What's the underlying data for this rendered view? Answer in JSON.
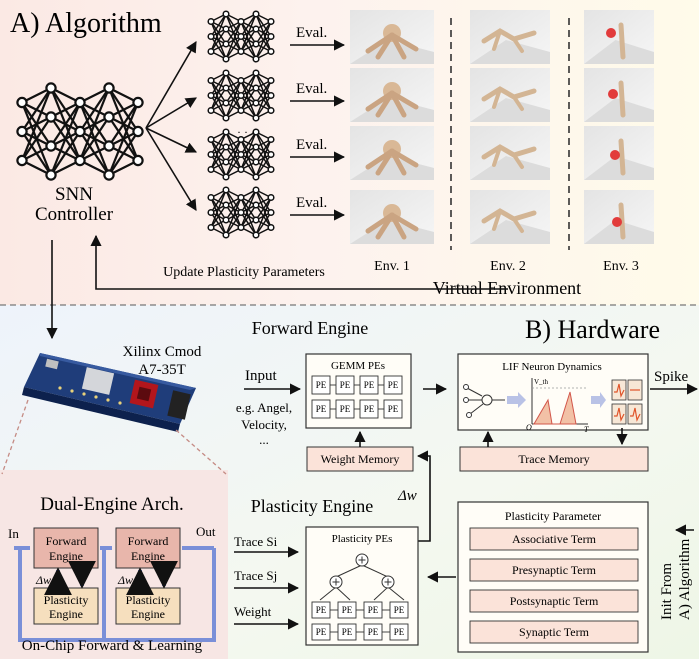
{
  "section_a": {
    "title": "A) Algorithm",
    "controller_label_line1": "SNN",
    "controller_label_line2": "Controller",
    "ellipsis": "· · ·",
    "eval_labels": [
      "Eval.",
      "Eval.",
      "Eval.",
      "Eval."
    ],
    "env_labels": [
      "Env. 1",
      "Env. 2",
      "Env. 3"
    ],
    "update_label": "Update Plasticity Parameters",
    "virtual_env_label": "Virtual Environment"
  },
  "board": {
    "name_line1": "Xilinx Cmod",
    "name_line2": "A7-35T"
  },
  "dual_engine": {
    "title": "Dual-Engine Arch.",
    "in_label": "In",
    "out_label": "Out",
    "forward_line1": "Forward",
    "forward_line2": "Engine",
    "plasticity_line1": "Plasticity",
    "plasticity_line2": "Engine",
    "dw_label": "Δw",
    "caption": "On-Chip Forward & Learning"
  },
  "section_b": {
    "title": "B) Hardware",
    "forward_engine_title": "Forward Engine",
    "input_label": "Input",
    "input_examples": [
      "e.g. Angel,",
      "Velocity,",
      "..."
    ],
    "gemm_title": "GEMM  PEs",
    "pe_label": "PE",
    "lif_title": "LIF Neuron Dynamics",
    "spike_label": "Spike",
    "weight_memory": "Weight Memory",
    "trace_memory": "Trace Memory",
    "plasticity_engine_title": "Plasticity Engine",
    "dw_label": "Δw",
    "trace_si": "Trace Si",
    "trace_sj": "Trace Sj",
    "weight_label": "Weight",
    "plasticity_pes_title": "Plasticity  PEs",
    "plasticity_parameter_title": "Plasticity Parameter",
    "terms": [
      "Associative Term",
      "Presynaptic Term",
      "Postsynaptic Term",
      "Synaptic Term"
    ],
    "init_line1": "Init From",
    "init_line2": "A) Algorithm",
    "lif_v_th": "V_th",
    "lif_o": "O",
    "lif_t": "T"
  }
}
